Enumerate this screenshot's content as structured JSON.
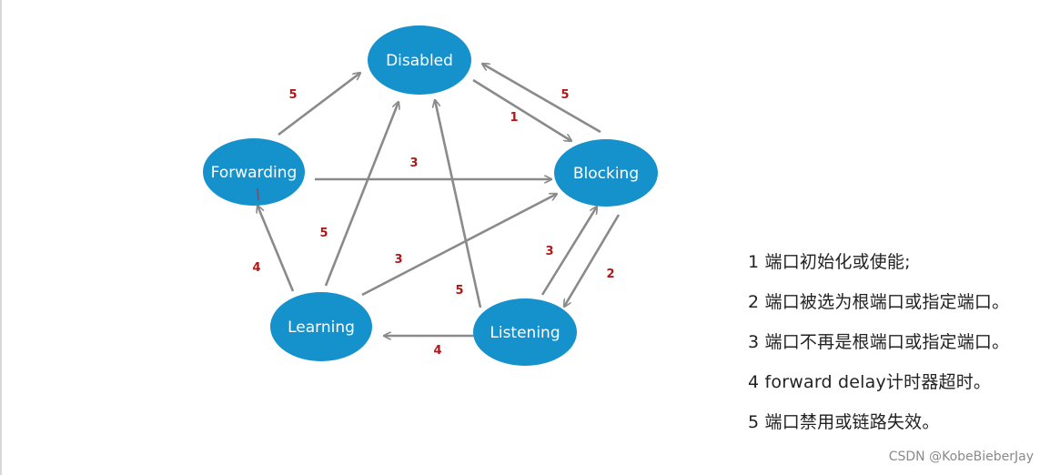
{
  "diagram": {
    "nodes": [
      {
        "id": "disabled",
        "label": "Disabled"
      },
      {
        "id": "blocking",
        "label": "Blocking"
      },
      {
        "id": "listening",
        "label": "Listening"
      },
      {
        "id": "learning",
        "label": "Learning"
      },
      {
        "id": "forwarding",
        "label": "Forwarding"
      }
    ],
    "edges": [
      {
        "from": "forwarding",
        "to": "disabled",
        "label": "5"
      },
      {
        "from": "disabled",
        "to": "blocking",
        "label": "1"
      },
      {
        "from": "blocking",
        "to": "disabled",
        "label": "5"
      },
      {
        "from": "forwarding",
        "to": "blocking",
        "label": "3"
      },
      {
        "from": "learning",
        "to": "disabled",
        "label": "5"
      },
      {
        "from": "learning",
        "to": "blocking",
        "label": "3"
      },
      {
        "from": "learning",
        "to": "forwarding",
        "label": "4"
      },
      {
        "from": "listening",
        "to": "disabled",
        "label": "5"
      },
      {
        "from": "listening",
        "to": "blocking",
        "label": "3"
      },
      {
        "from": "blocking",
        "to": "listening",
        "label": "2"
      },
      {
        "from": "listening",
        "to": "learning",
        "label": "4"
      }
    ],
    "colors": {
      "node": "#1591cc",
      "arrow": "#8a8a8a",
      "edge_label": "#b01818"
    }
  },
  "legend": [
    "1 端口初始化或使能;",
    "2 端口被选为根端口或指定端口。",
    "3 端口不再是根端口或指定端口。",
    "4  forward delay计时器超时。",
    "5  端口禁用或链路失效。"
  ],
  "watermark": "CSDN @KobeBieberJay"
}
